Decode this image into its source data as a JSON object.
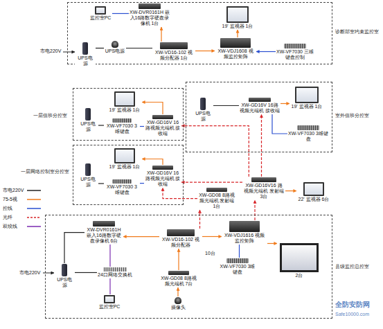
{
  "diagram": {
    "nodes": [
      {
        "text": [
          "诊断部室约束监控室"
        ]
      },
      {
        "text": [
          "监控室PC"
        ],
        "in": 0
      },
      {
        "text": [
          "XW-DVR0161H 嵌入16路数字硬盘录像机 1台"
        ],
        "in": 0
      },
      {
        "text": [
          "UPS电源"
        ],
        "in": 0
      },
      {
        "text": [
          "UPS电源"
        ],
        "in": 0
      },
      {
        "text": [
          "XW-VD16-102 视频分配器 1台"
        ],
        "in": 0
      },
      {
        "text": [
          "19' 监视器 1台"
        ],
        "in": 0
      },
      {
        "text": [
          "XW-VDJ1608 视频监控矩阵"
        ],
        "in": 0
      },
      {
        "text": [
          "XW-VF7030 三维键盘控制"
        ],
        "in": 0
      },
      {
        "text": [
          "室外值班分控室"
        ]
      },
      {
        "text": [
          "UPS电源"
        ],
        "in": 9
      },
      {
        "text": [
          "XW-GD16V 16路视频光端机 接收端"
        ],
        "in": 9
      },
      {
        "text": [
          "19' 监视器 1台"
        ],
        "in": 9
      },
      {
        "text": [
          "XW-VF7030 3维键盘"
        ],
        "in": 9
      },
      {
        "text": [
          "一层值班分控室"
        ]
      },
      {
        "text": [
          "UPS电源"
        ],
        "in": 14
      },
      {
        "text": [
          "19' 监视器 1台"
        ],
        "in": 14
      },
      {
        "text": [
          "XW-VF7030 3维键盘"
        ],
        "in": 14
      },
      {
        "text": [
          "XW-GD16V 16路视频光端机 接收端"
        ],
        "in": 14
      },
      {
        "text": [
          "一层网络控制室分控室"
        ]
      },
      {
        "text": [
          "UPS电源"
        ],
        "in": 19
      },
      {
        "text": [
          "19' 监视器 1台"
        ],
        "in": 19
      },
      {
        "text": [
          "XW-GD16V 16路视频光端机 接收端"
        ],
        "in": 19
      },
      {
        "text": [
          "XW-VF7030 3维键盘"
        ],
        "in": 19
      },
      {
        "text": [
          "XW-GD08 8路视频光端机 发射端1台"
        ]
      },
      {
        "text": [
          "XW-GD16V16 路视频光端机 发射端 3台"
        ]
      },
      {
        "text": [
          "22' 监视器 6台"
        ]
      },
      {
        "text": [
          "县级监控总控室"
        ]
      },
      {
        "text": [
          "UPS电源"
        ],
        "in": 27
      },
      {
        "text": [
          "XW-DVR0161H 嵌入16路数字硬盘录像机 6台"
        ],
        "in": 27
      },
      {
        "text": [
          "24口网络交换机"
        ],
        "in": 27
      },
      {
        "text": [
          "监控室PC"
        ],
        "in": 27
      },
      {
        "text": [
          "XW-VD16-102 视频分配器"
        ],
        "in": 27
      },
      {
        "text": [
          "XW-VDJ1616 视频监控矩阵"
        ],
        "in": 27
      },
      {
        "text": [
          "XW-GD08 8路视频光端机 7台"
        ],
        "in": 27
      },
      {
        "text": [
          "摄像头"
        ],
        "in": 27
      },
      {
        "text": [
          "XW-VF7030 3维键盘"
        ],
        "in": 27
      },
      {
        "text": [
          "2台"
        ],
        "in": 27
      }
    ],
    "edges": [
      {
        "from": 3,
        "to": 4,
        "arrow": "none"
      },
      {
        "from": 4,
        "to": 5,
        "arrow": "none"
      },
      {
        "from": 5,
        "to": 2,
        "arrow": "to"
      },
      {
        "from": 5,
        "to": 7,
        "arrow": "to"
      },
      {
        "from": 7,
        "to": 6,
        "arrow": "to"
      },
      {
        "from": 8,
        "to": 7,
        "arrow": "to"
      },
      {
        "from": 1,
        "to": 2,
        "arrow": "none"
      },
      {
        "from": 10,
        "to": 11,
        "arrow": "none"
      },
      {
        "from": 11,
        "to": 12,
        "arrow": "to"
      },
      {
        "from": 13,
        "to": 11,
        "arrow": "none"
      },
      {
        "from": 15,
        "to": 17,
        "arrow": "none"
      },
      {
        "from": 18,
        "to": 16,
        "arrow": "to"
      },
      {
        "from": 17,
        "to": 18,
        "arrow": "none"
      },
      {
        "from": 20,
        "to": 23,
        "arrow": "none"
      },
      {
        "from": 22,
        "to": 21,
        "arrow": "to"
      },
      {
        "from": 23,
        "to": 22,
        "arrow": "none"
      },
      {
        "from": 25,
        "to": 11,
        "arrow": "to"
      },
      {
        "from": 25,
        "to": 18,
        "arrow": "to"
      },
      {
        "from": 25,
        "to": 22,
        "arrow": "to"
      },
      {
        "from": 24,
        "to": 22,
        "arrow": "to"
      },
      {
        "from": 25,
        "to": 26,
        "arrow": "to"
      },
      {
        "from": 32,
        "to": 24,
        "arrow": "to"
      },
      {
        "from": 33,
        "to": 25,
        "arrow": "to"
      },
      {
        "from": 28,
        "to": 29,
        "arrow": "none"
      },
      {
        "from": 28,
        "to": 30,
        "arrow": "none"
      },
      {
        "from": 30,
        "to": 29,
        "arrow": "none"
      },
      {
        "from": 31,
        "to": 30,
        "arrow": "none"
      },
      {
        "from": 32,
        "to": 29,
        "arrow": "to"
      },
      {
        "from": 32,
        "to": 33,
        "arrow": "to"
      },
      {
        "from": 34,
        "to": 32,
        "arrow": "to"
      },
      {
        "from": 35,
        "to": 34,
        "arrow": "to"
      },
      {
        "from": 33,
        "to": 37,
        "arrow": "to"
      },
      {
        "from": 36,
        "to": 33,
        "arrow": "none"
      }
    ],
    "labels": [
      "市电220V",
      "市电220V",
      "10台",
      "全防安防网",
      "Safe10000.com"
    ],
    "legend": [
      {
        "text": "市电220V"
      },
      {
        "text": "75-5视"
      },
      {
        "text": "控线"
      },
      {
        "text": "光纤"
      },
      {
        "text": "双绞线"
      }
    ]
  }
}
